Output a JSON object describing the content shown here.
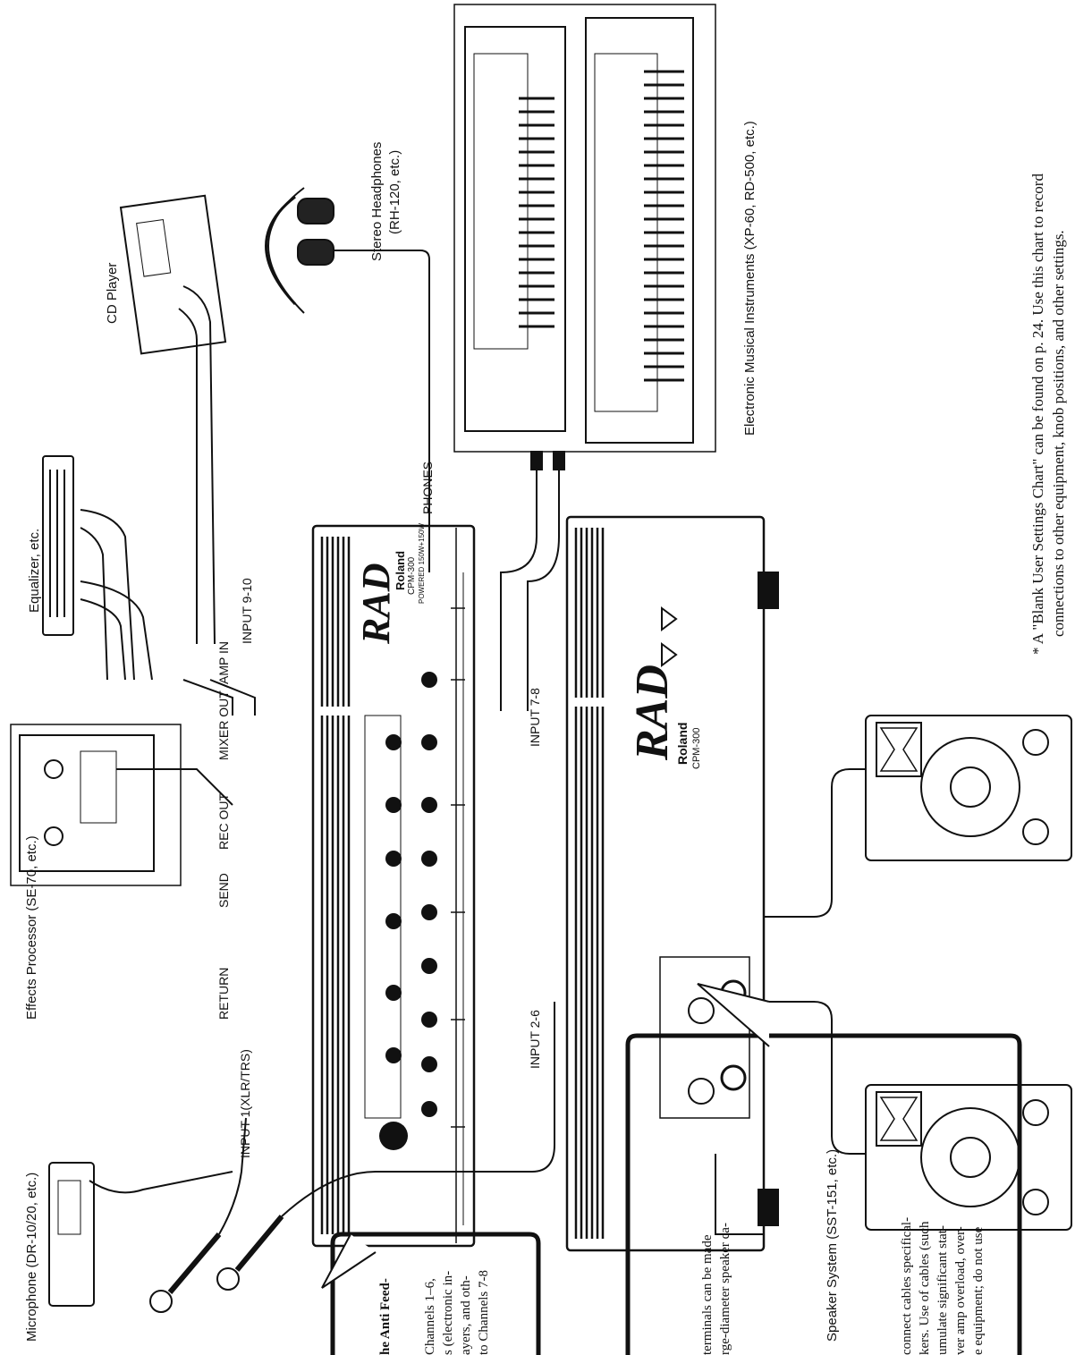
{
  "devices": {
    "microphone": "Microphone (DR-10/20, etc.)",
    "effects_processor": "Effects Processor (SE-70, etc.)",
    "equalizer": "Equalizer, etc.",
    "cd_player": "CD Player",
    "stereo_headphones": "Stereo Headphones",
    "stereo_headphones_model": "(RH-120, etc.)",
    "instruments": "Electronic Musical Instruments (XP-60, RD-500, etc.)",
    "speaker_system": "Speaker System (SST-151, etc.)"
  },
  "ports": {
    "input_1": "INPUT 1(XLR/TRS)",
    "return": "RETURN",
    "send": "SEND",
    "rec_out": "REC OUT",
    "mixer_out": "MIXER OUT",
    "amp_in": "AMP IN",
    "input_9_10": "INPUT 9-10",
    "phones": "PHONES",
    "input_2_6": "INPUT 2-6",
    "input_7_8": "INPUT 7-8"
  },
  "unit": {
    "logo": "RAD",
    "brand": "Roland",
    "model": "CPM-300",
    "powered": "POWERED 150W+150W"
  },
  "footnote": {
    "line1": "* A \"Blank User Settings Chart\" can be found on p. 24. Use this chart to record",
    "line2": "connections to other equipment, knob positions, and other settings."
  },
  "callout_left": {
    "line1": "he Anti Feed-",
    "line2": "Channels 1–6,",
    "line3": "s (electronic in-",
    "line4": "ayers, and oth-",
    "line5": "to Channels 7-8"
  },
  "callout_right": {
    "line1": "terminals can be made",
    "line2": "rge-diameter speaker ca-",
    "line3": "connect cables specifical-",
    "line4": "kers. Use of cables (such",
    "line5": "umulate significant stat-",
    "line6": "ver amp overload, over-",
    "line7": "e equipment; do not use"
  }
}
